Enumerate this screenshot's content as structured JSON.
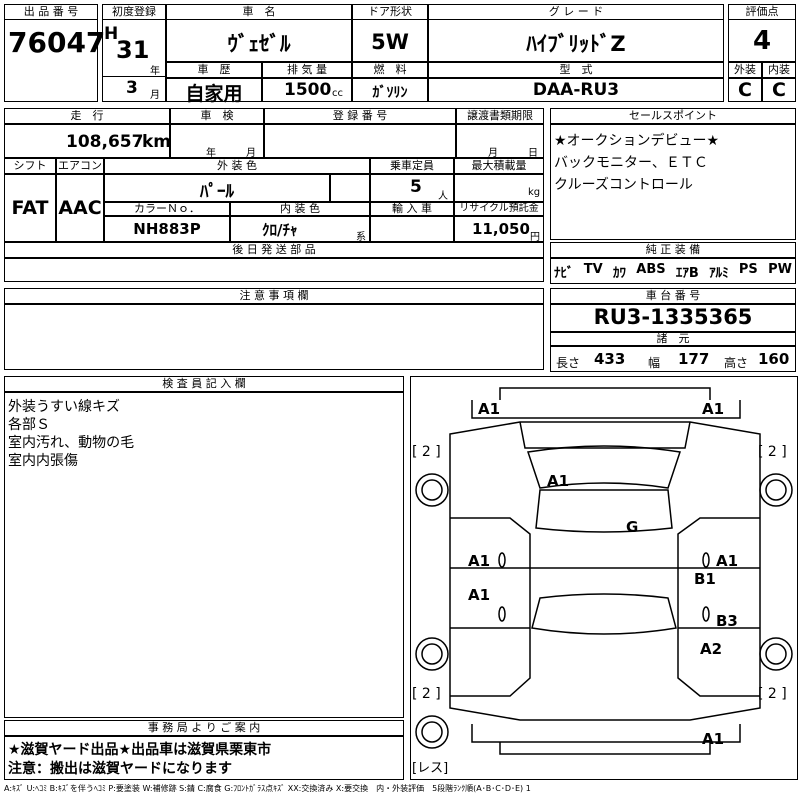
{
  "header": {
    "lot_label": "出 品 番 号",
    "lot_value": "76047",
    "first_reg_label": "初度登録",
    "era": "H",
    "year_value": "31",
    "year_unit": "年",
    "month_value": "3",
    "month_unit": "月",
    "name_label": "車　名",
    "name_value": "ｳﾞｪｾﾞﾙ",
    "door_label": "ドア形状",
    "door_value": "5W",
    "grade_label": "グ レ ー ド",
    "grade_value": "ﾊｲﾌﾞﾘｯﾄﾞZ",
    "score_label": "評価点",
    "score_value": "4",
    "history_label": "車　歴",
    "history_value": "自家用",
    "disp_label": "排 気 量",
    "disp_value": "1500",
    "disp_unit": "cc",
    "fuel_label": "燃　料",
    "fuel_value": "ｶﾞｿﾘﾝ",
    "model_label": "型　式",
    "model_value": "DAA-RU3",
    "ext_label": "外装",
    "ext_value": "C",
    "int_label": "内装",
    "int_value": "C"
  },
  "row2": {
    "mileage_label": "走　行",
    "mileage_value": "108,657",
    "mileage_unit": "km",
    "inspect_label": "車　検",
    "inspect_year": "年",
    "inspect_month": "月",
    "regno_label": "登 録 番 号",
    "transfer_label": "譲渡書類期限",
    "transfer_month": "月",
    "transfer_day": "日",
    "points_label": "セールスポイント",
    "points": [
      "★オークションデビュー★",
      "バックモニター、ＥＴＣ",
      "クルーズコントロール"
    ],
    "shift_label": "シフト",
    "shift_value": "FAT",
    "ac_label": "エアコン",
    "ac_value": "AAC",
    "color_label": "外 装 色",
    "color_value": "ﾊﾟｰﾙ",
    "capacity_label": "乗車定員",
    "capacity_value": "5",
    "capacity_unit": "人",
    "load_label": "最大積載量",
    "load_unit": "kg",
    "colorno_label": "カラーＮｏ．",
    "colorno_value": "NH883P",
    "interior_label": "内 装 色",
    "interior_value": "ｸﾛ/ﾁｬ",
    "interior_unit": "系",
    "import_label": "輸 入 車",
    "recycle_label": "リサイクル預託金",
    "recycle_value": "11,050",
    "recycle_unit": "円"
  },
  "parts": {
    "label": "後 日 発 送 部 品"
  },
  "equip": {
    "label": "純 正 装 備",
    "items": [
      "ﾅﾋﾞ",
      "TV",
      "ｶﾜ",
      "ABS",
      "ｴｱB",
      "ｱﾙﾐ",
      "PS",
      "PW"
    ]
  },
  "notes": {
    "label": "注 意 事 項 欄"
  },
  "chassis": {
    "label": "車 台 番 号",
    "value": "RU3-1335365"
  },
  "dims": {
    "label": "諸　元",
    "length_label": "長さ",
    "length_value": "433",
    "width_label": "幅",
    "width_value": "177",
    "height_label": "高さ",
    "height_value": "160"
  },
  "inspector": {
    "label": "検 査 員 記 入 欄",
    "lines": [
      "外装うすい線キズ",
      "各部Ｓ",
      "室内汚れ、動物の毛",
      "室内内張傷"
    ]
  },
  "office": {
    "label": "事 務 局 よ り ご 案 内",
    "lines": [
      "★滋賀ヤード出品★出品車は滋賀県栗東市",
      "注意：搬出は滋賀ヤードになります"
    ]
  },
  "legend": "A:ｷｽﾞ U:ﾍｺﾐ B:ｷｽﾞを伴うﾍｺﾐ P:要塗装 W:補修跡 S:錆 C:腐食 G:ﾌﾛﾝﾄｶﾞﾗｽ点ｷｽﾞ XX:交換済み X:要交換　内・外装評価　5段階ﾗﾝｸ順(A･B･C･D･E) 1",
  "diagram": {
    "marks": {
      "front_left": "A1",
      "front_right": "A1",
      "roof": "A1",
      "glass": "G",
      "left_front_door": "A1",
      "left_rear_door": "A1",
      "right_front_door": "A1",
      "right_pillar": "B1",
      "right_rear_door": "B3",
      "right_rear_fender": "A2",
      "rear": "A1"
    },
    "tyres": {
      "fl": "[ 2 ]",
      "fr": "[ 2 ]",
      "rl": "[ 2 ]",
      "rr": "[ 2 ]",
      "spare": "[レス]"
    }
  }
}
